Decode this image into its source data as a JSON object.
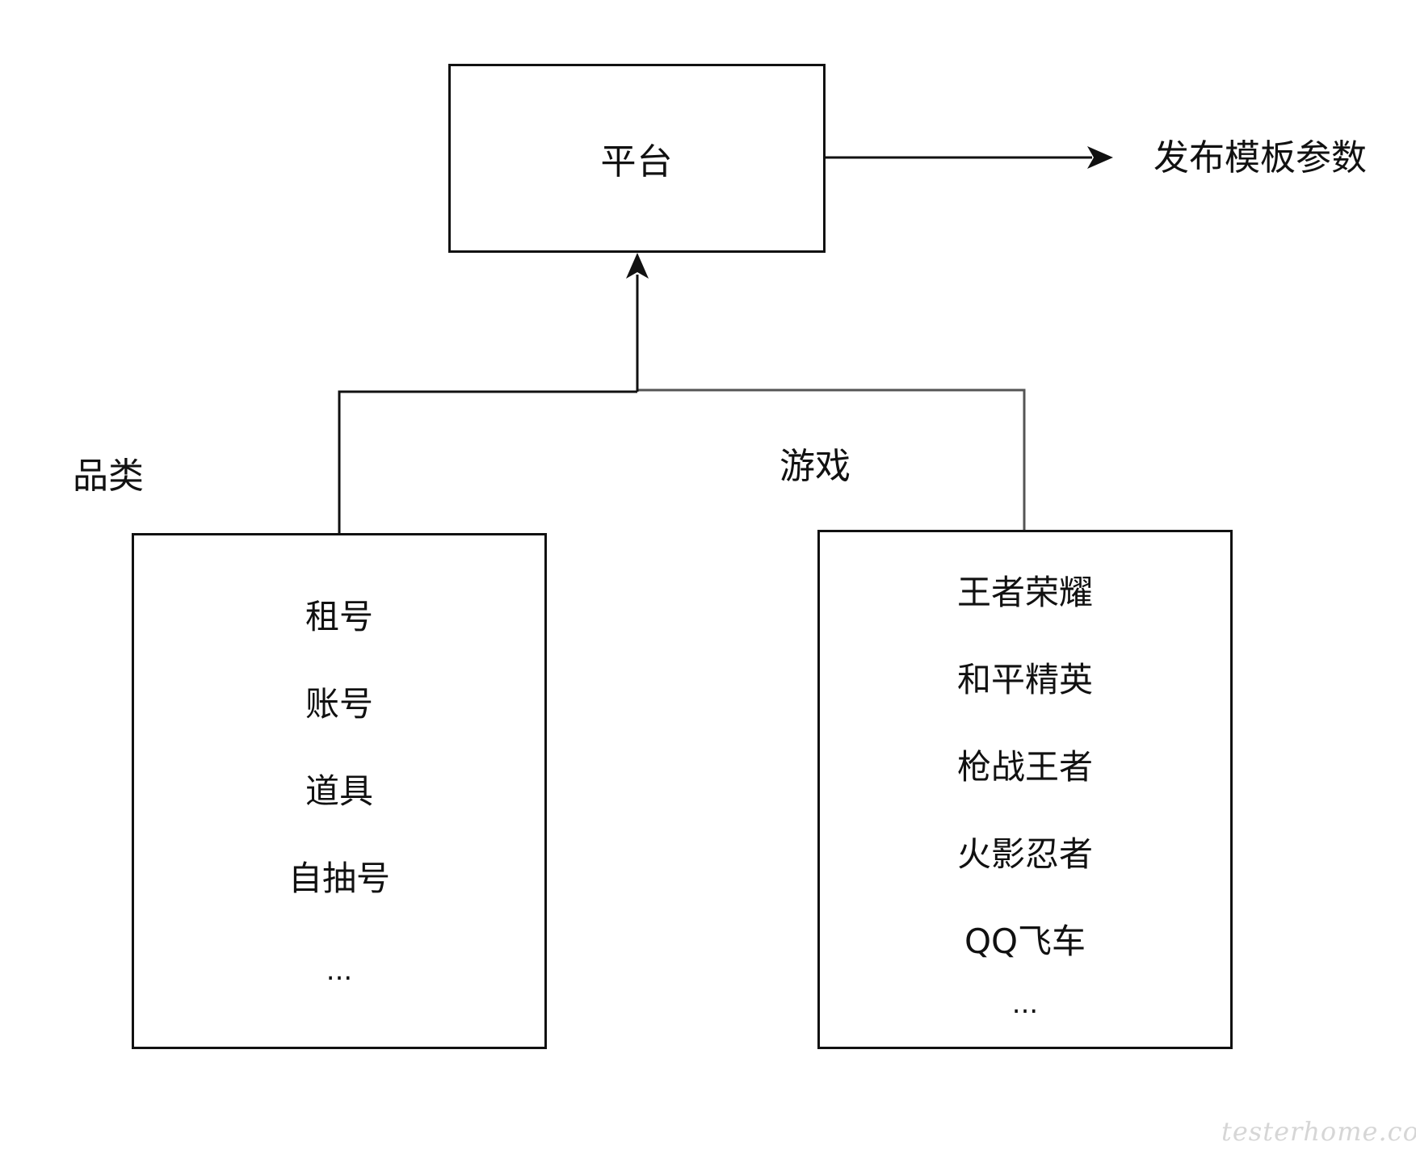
{
  "platform": {
    "label": "平台"
  },
  "output": {
    "label": "发布模板参数"
  },
  "category": {
    "title": "品类",
    "items": [
      "租号",
      "账号",
      "道具",
      "自抽号"
    ],
    "ellipsis": "..."
  },
  "game": {
    "title": "游戏",
    "items": [
      "王者荣耀",
      "和平精英",
      "枪战王者",
      "火影忍者",
      "QQ飞车"
    ],
    "ellipsis": "..."
  },
  "watermark": {
    "text": "testerhome.com"
  },
  "colors": {
    "line": "#111111",
    "watermark": "#d6d6d6"
  }
}
